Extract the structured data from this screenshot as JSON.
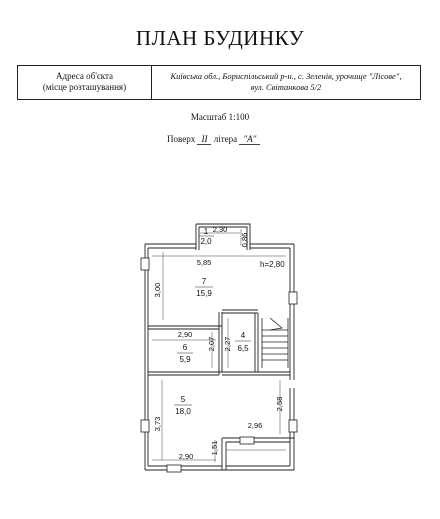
{
  "title": "ПЛАН БУДИНКУ",
  "address": {
    "label_line1": "Адреса об'єкта",
    "label_line2": "(місце розташування)",
    "value_line1": "Київська обл., Бориспільський р-н., с. Зеленів, урочище \"Лісове\",",
    "value_line2": "вул. Світанкова 5/2"
  },
  "scale": "Масштаб 1:100",
  "floor": {
    "floor_label": "Поверх",
    "floor_value": "II",
    "letter_label": "літера",
    "letter_value": "\"А\""
  },
  "rooms": [
    {
      "num": "1",
      "area": "2,0"
    },
    {
      "num": "7",
      "area": "15,9"
    },
    {
      "num": "4",
      "area": "6,5"
    },
    {
      "num": "6",
      "area": "5,9"
    },
    {
      "num": "5",
      "area": "18,0"
    }
  ],
  "height": "h=2,80",
  "dimensions": {
    "d_230": "2,30",
    "d_086": "0,86",
    "d_585": "5,85",
    "d_300": "3,00",
    "d_290a": "2,90",
    "d_207": "2,07",
    "d_227": "2,27",
    "d_258": "2,58",
    "d_373": "3,73",
    "d_296": "2,96",
    "d_151": "1,51",
    "d_290b": "2,90"
  }
}
